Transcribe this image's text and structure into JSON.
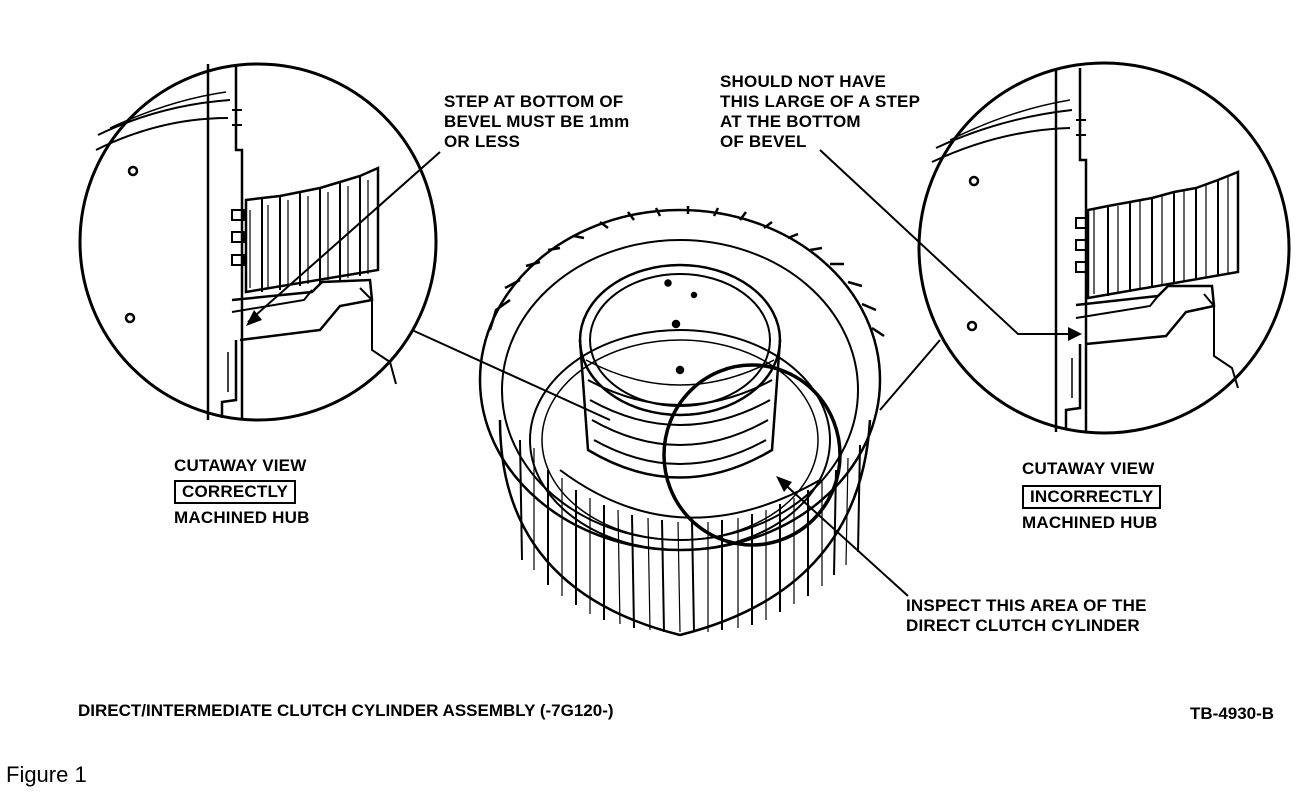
{
  "figure": {
    "note_left": [
      "STEP AT BOTTOM OF",
      "BEVEL MUST BE 1mm",
      "OR LESS"
    ],
    "note_right": [
      "SHOULD NOT HAVE",
      "THIS LARGE OF A STEP",
      "AT THE BOTTOM",
      "OF BEVEL"
    ],
    "note_inspect": [
      "INSPECT THIS AREA OF THE",
      "DIRECT CLUTCH CYLINDER"
    ],
    "left_caption": {
      "line1": "CUTAWAY VIEW",
      "boxed": "CORRECTLY",
      "line3": "MACHINED HUB"
    },
    "right_caption": {
      "line1": "CUTAWAY VIEW",
      "boxed": "INCORRECTLY",
      "line3": "MACHINED HUB"
    },
    "assembly_title": "DIRECT/INTERMEDIATE CLUTCH CYLINDER ASSEMBLY (-7G120-)",
    "ref_code": "TB-4930-B",
    "figure_label": "Figure 1"
  }
}
